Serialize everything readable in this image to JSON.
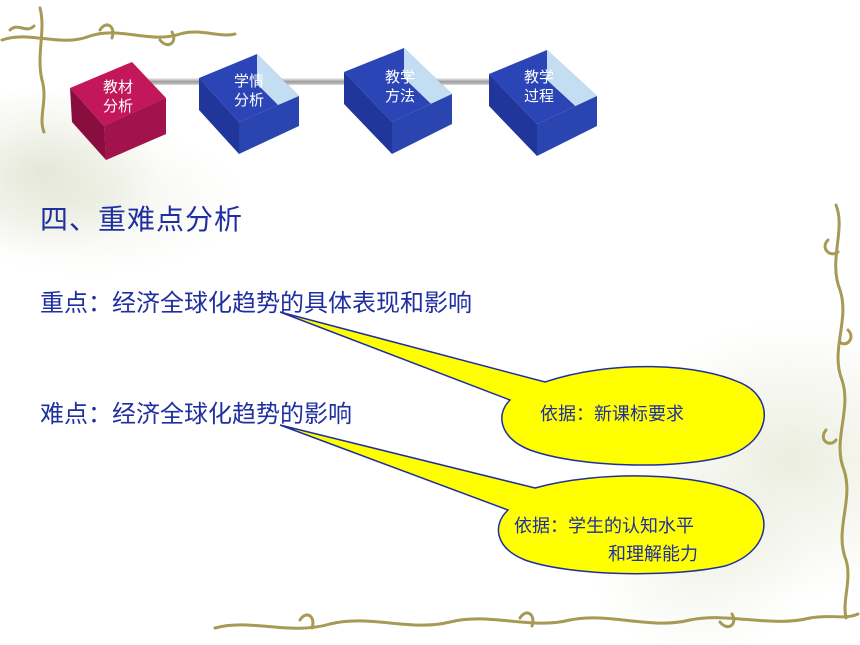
{
  "nav": {
    "steps": [
      {
        "label": "教材\n分析",
        "color": "#b0104e"
      },
      {
        "label": "学情\n分析",
        "color": "#2a44b8"
      },
      {
        "label": "教学\n方法",
        "color": "#2a44b8"
      },
      {
        "label": "教学\n过程",
        "color": "#2a44b8"
      }
    ]
  },
  "heading": "四、重难点分析",
  "key_point": "重点：经济全球化趋势的具体表现和影响",
  "difficult_point": "难点：经济全球化趋势的影响",
  "callout_1": {
    "text": "依据：新课标要求"
  },
  "callout_2": {
    "line1": "依据：学生的认知水平",
    "line2": "和理解能力"
  },
  "colors": {
    "text": "#1f2fa0",
    "bubble": "#ffff00",
    "cube_active": "#b0104e",
    "cube": "#2a44b8"
  }
}
